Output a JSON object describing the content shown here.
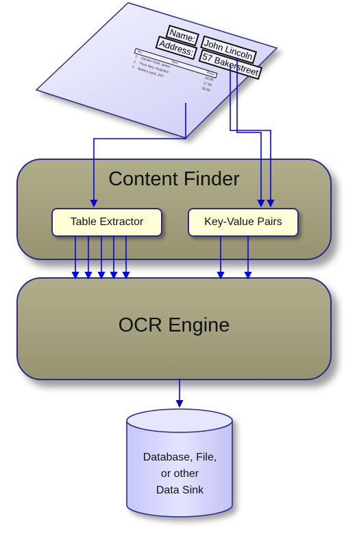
{
  "document": {
    "name_label": "Name:",
    "name_value": "John Lincoln",
    "address_label": "Address:",
    "address_value": "57 Bakerstreet",
    "table_header": [
      "No.",
      "Item",
      "Price"
    ],
    "table_rows": [
      [
        "1",
        "Garden hose, green",
        "29.95"
      ],
      [
        "2",
        "Floor tiles, Acapulco",
        "17.95"
      ],
      [
        "3",
        "Battery pack, 24V",
        "59.95"
      ]
    ]
  },
  "content_finder": {
    "title": "Content Finder",
    "table_extractor": "Table Extractor",
    "key_value_pairs": "Key-Value Pairs"
  },
  "ocr_engine": {
    "title": "OCR Engine"
  },
  "data_sink": {
    "line1": "Database, File,",
    "line2": "or other",
    "line3": "Data Sink"
  },
  "colors": {
    "block_fill": "#a4a07f",
    "sub_box_fill": "#fffed6",
    "document_fill": "#dcdcff",
    "cylinder_fill": "#d9d9ff",
    "outline": "#2a2a8c",
    "arrow": "#0000ee"
  }
}
